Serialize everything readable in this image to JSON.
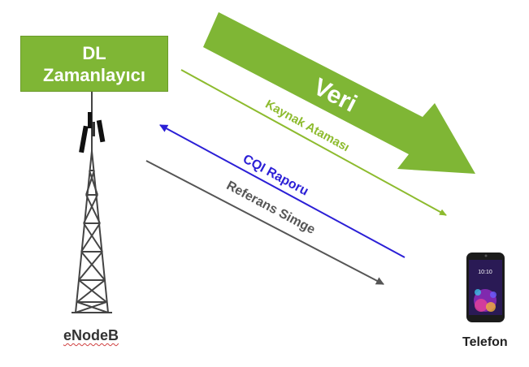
{
  "scheduler": {
    "line1": "DL",
    "line2": "Zamanlayıcı"
  },
  "arrows": {
    "data": "Veri",
    "resource_allocation": "Kaynak Ataması",
    "cqi_report": "CQI Raporu",
    "reference_symbol": "Referans Simge"
  },
  "nodes": {
    "base_station": "eNodeB",
    "phone": "Telefon",
    "phone_time": "10:10"
  },
  "colors": {
    "green": "#7fb635",
    "light_green": "#8dbb2e",
    "blue": "#2b1fd6",
    "gray": "#555555"
  },
  "icons": {
    "tower": "cell-tower-icon",
    "phone": "smartphone-icon"
  }
}
